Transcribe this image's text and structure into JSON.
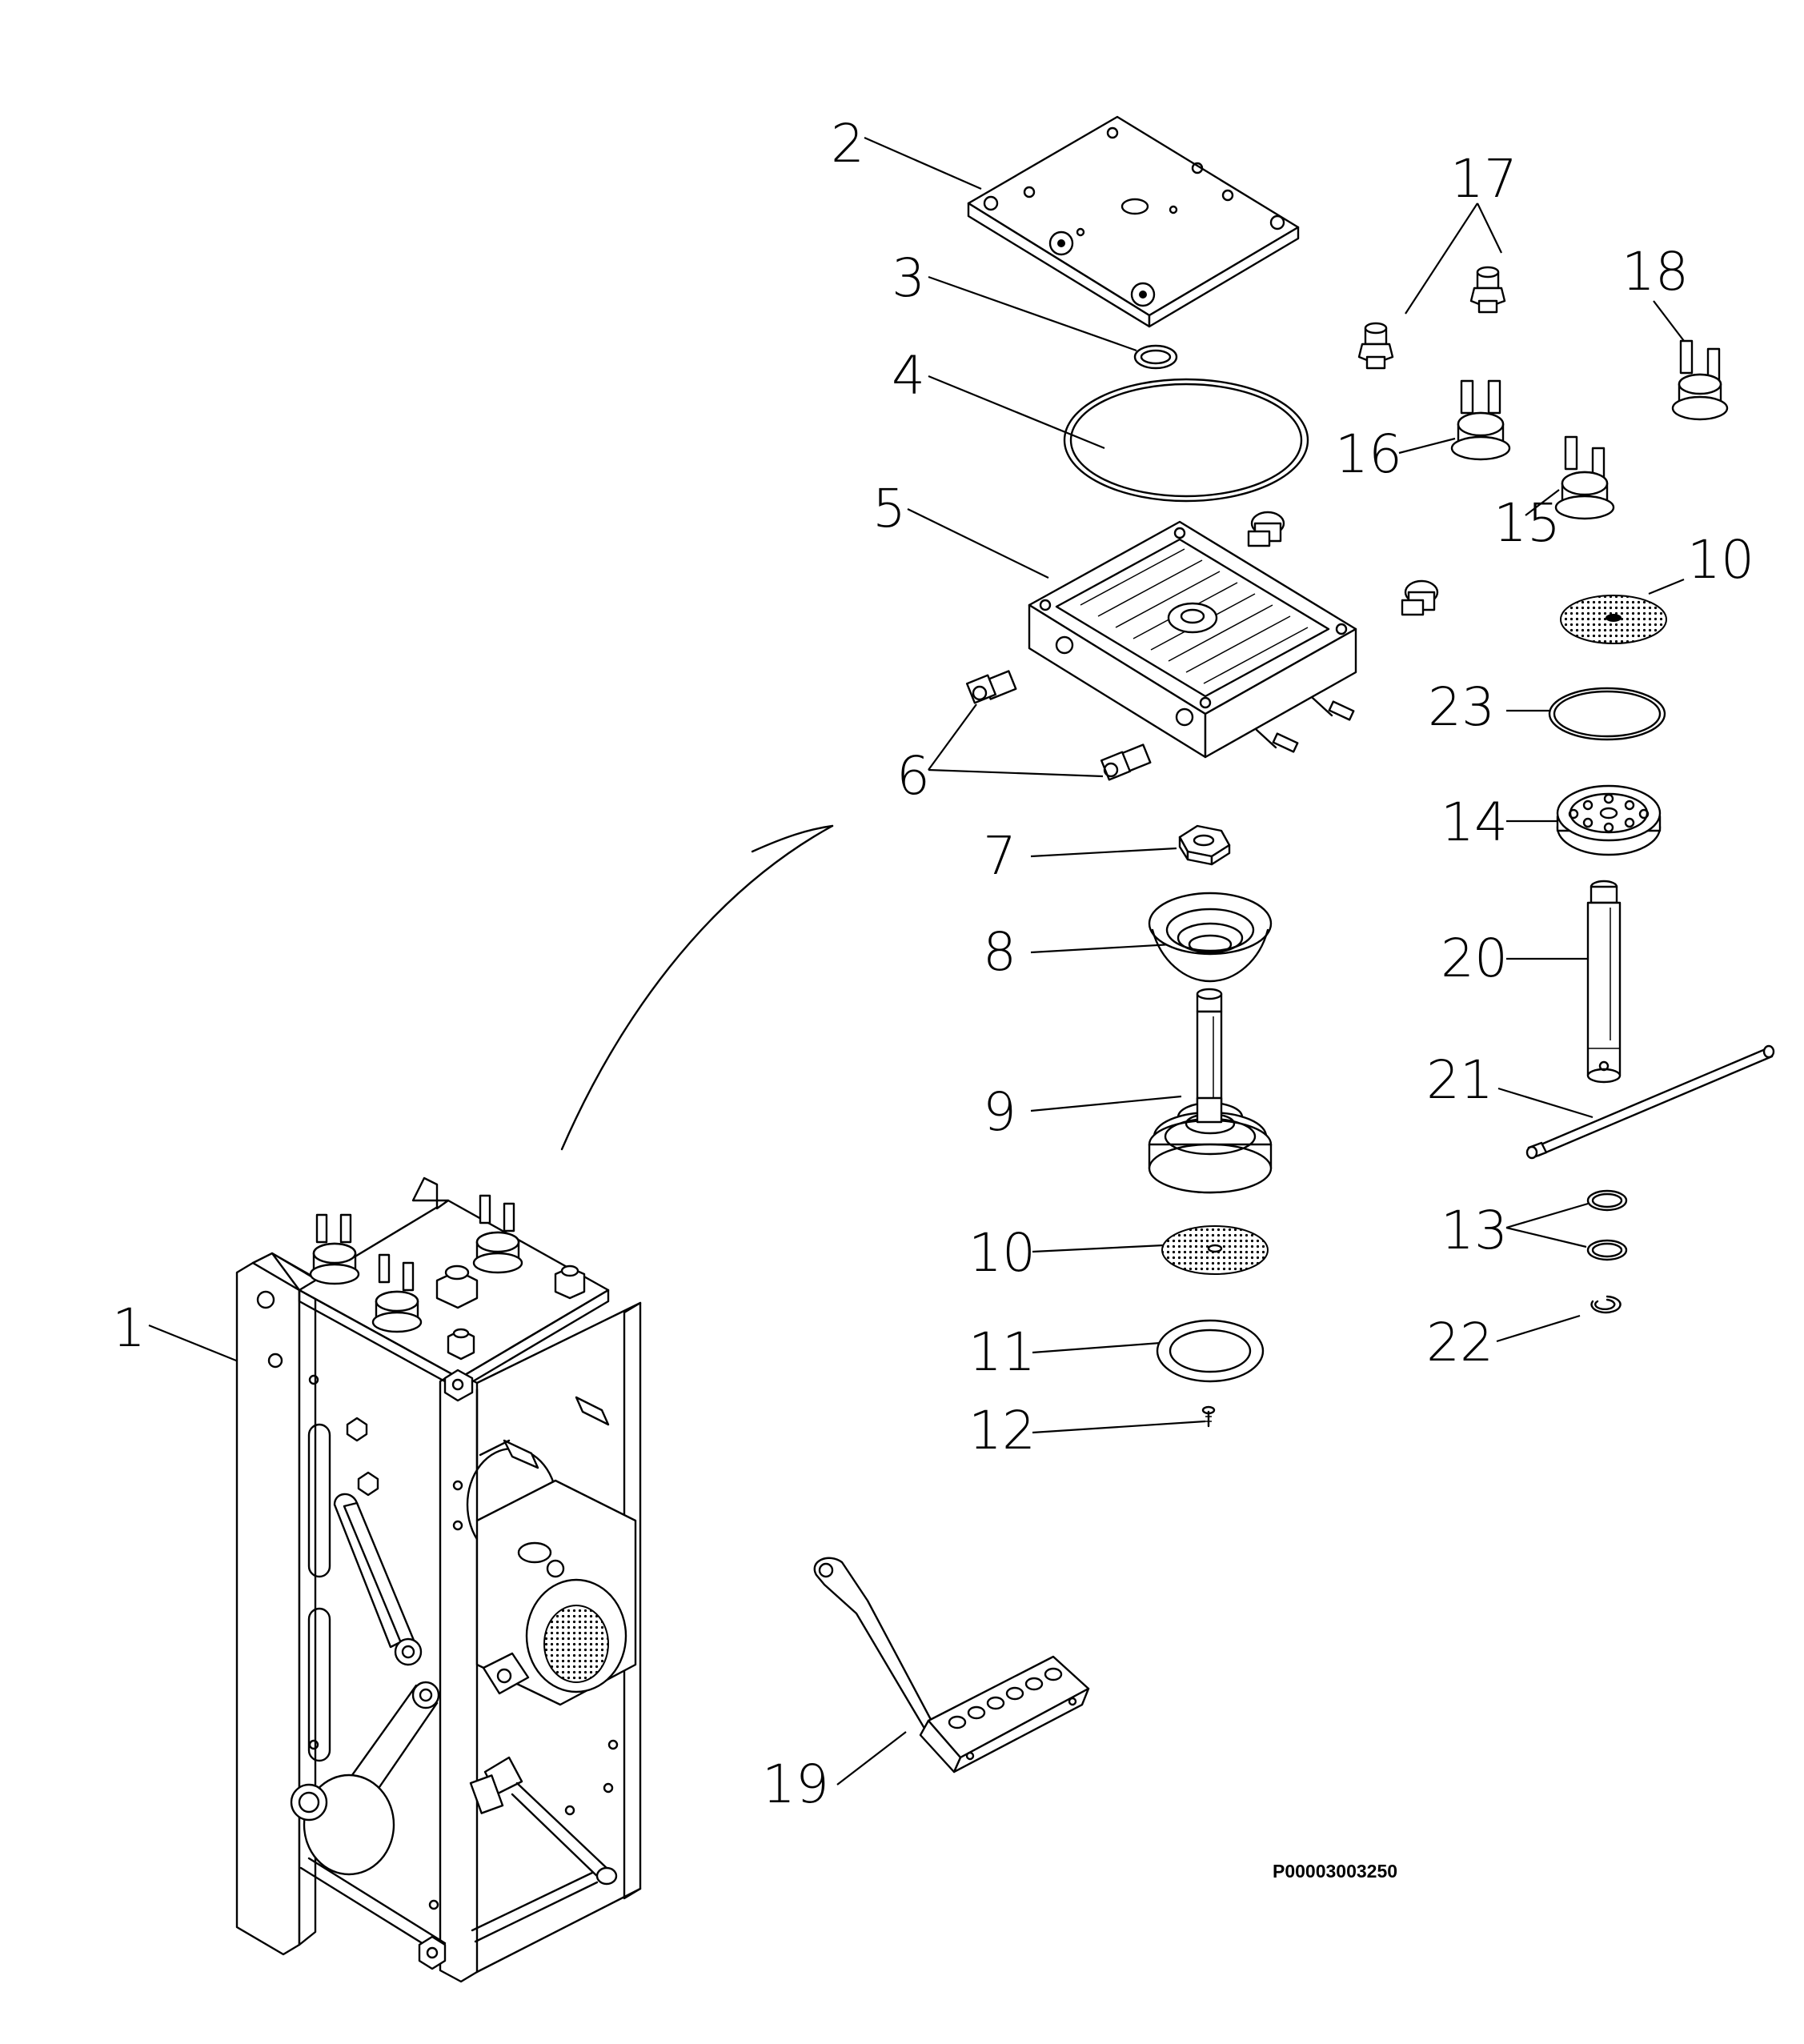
{
  "drawing_code": "P00003003250",
  "callouts": [
    {
      "id": "1",
      "text": "1"
    },
    {
      "id": "2",
      "text": "2"
    },
    {
      "id": "3",
      "text": "3"
    },
    {
      "id": "4",
      "text": "4"
    },
    {
      "id": "5",
      "text": "5"
    },
    {
      "id": "6",
      "text": "6"
    },
    {
      "id": "7",
      "text": "7"
    },
    {
      "id": "8",
      "text": "8"
    },
    {
      "id": "9",
      "text": "9"
    },
    {
      "id": "10a",
      "text": "10"
    },
    {
      "id": "10b",
      "text": "10"
    },
    {
      "id": "11",
      "text": "11"
    },
    {
      "id": "12",
      "text": "12"
    },
    {
      "id": "13",
      "text": "13"
    },
    {
      "id": "14",
      "text": "14"
    },
    {
      "id": "15",
      "text": "15"
    },
    {
      "id": "16",
      "text": "16"
    },
    {
      "id": "17",
      "text": "17"
    },
    {
      "id": "18",
      "text": "18"
    },
    {
      "id": "19",
      "text": "19"
    },
    {
      "id": "20",
      "text": "20"
    },
    {
      "id": "21",
      "text": "21"
    },
    {
      "id": "22",
      "text": "22"
    },
    {
      "id": "23",
      "text": "23"
    }
  ]
}
